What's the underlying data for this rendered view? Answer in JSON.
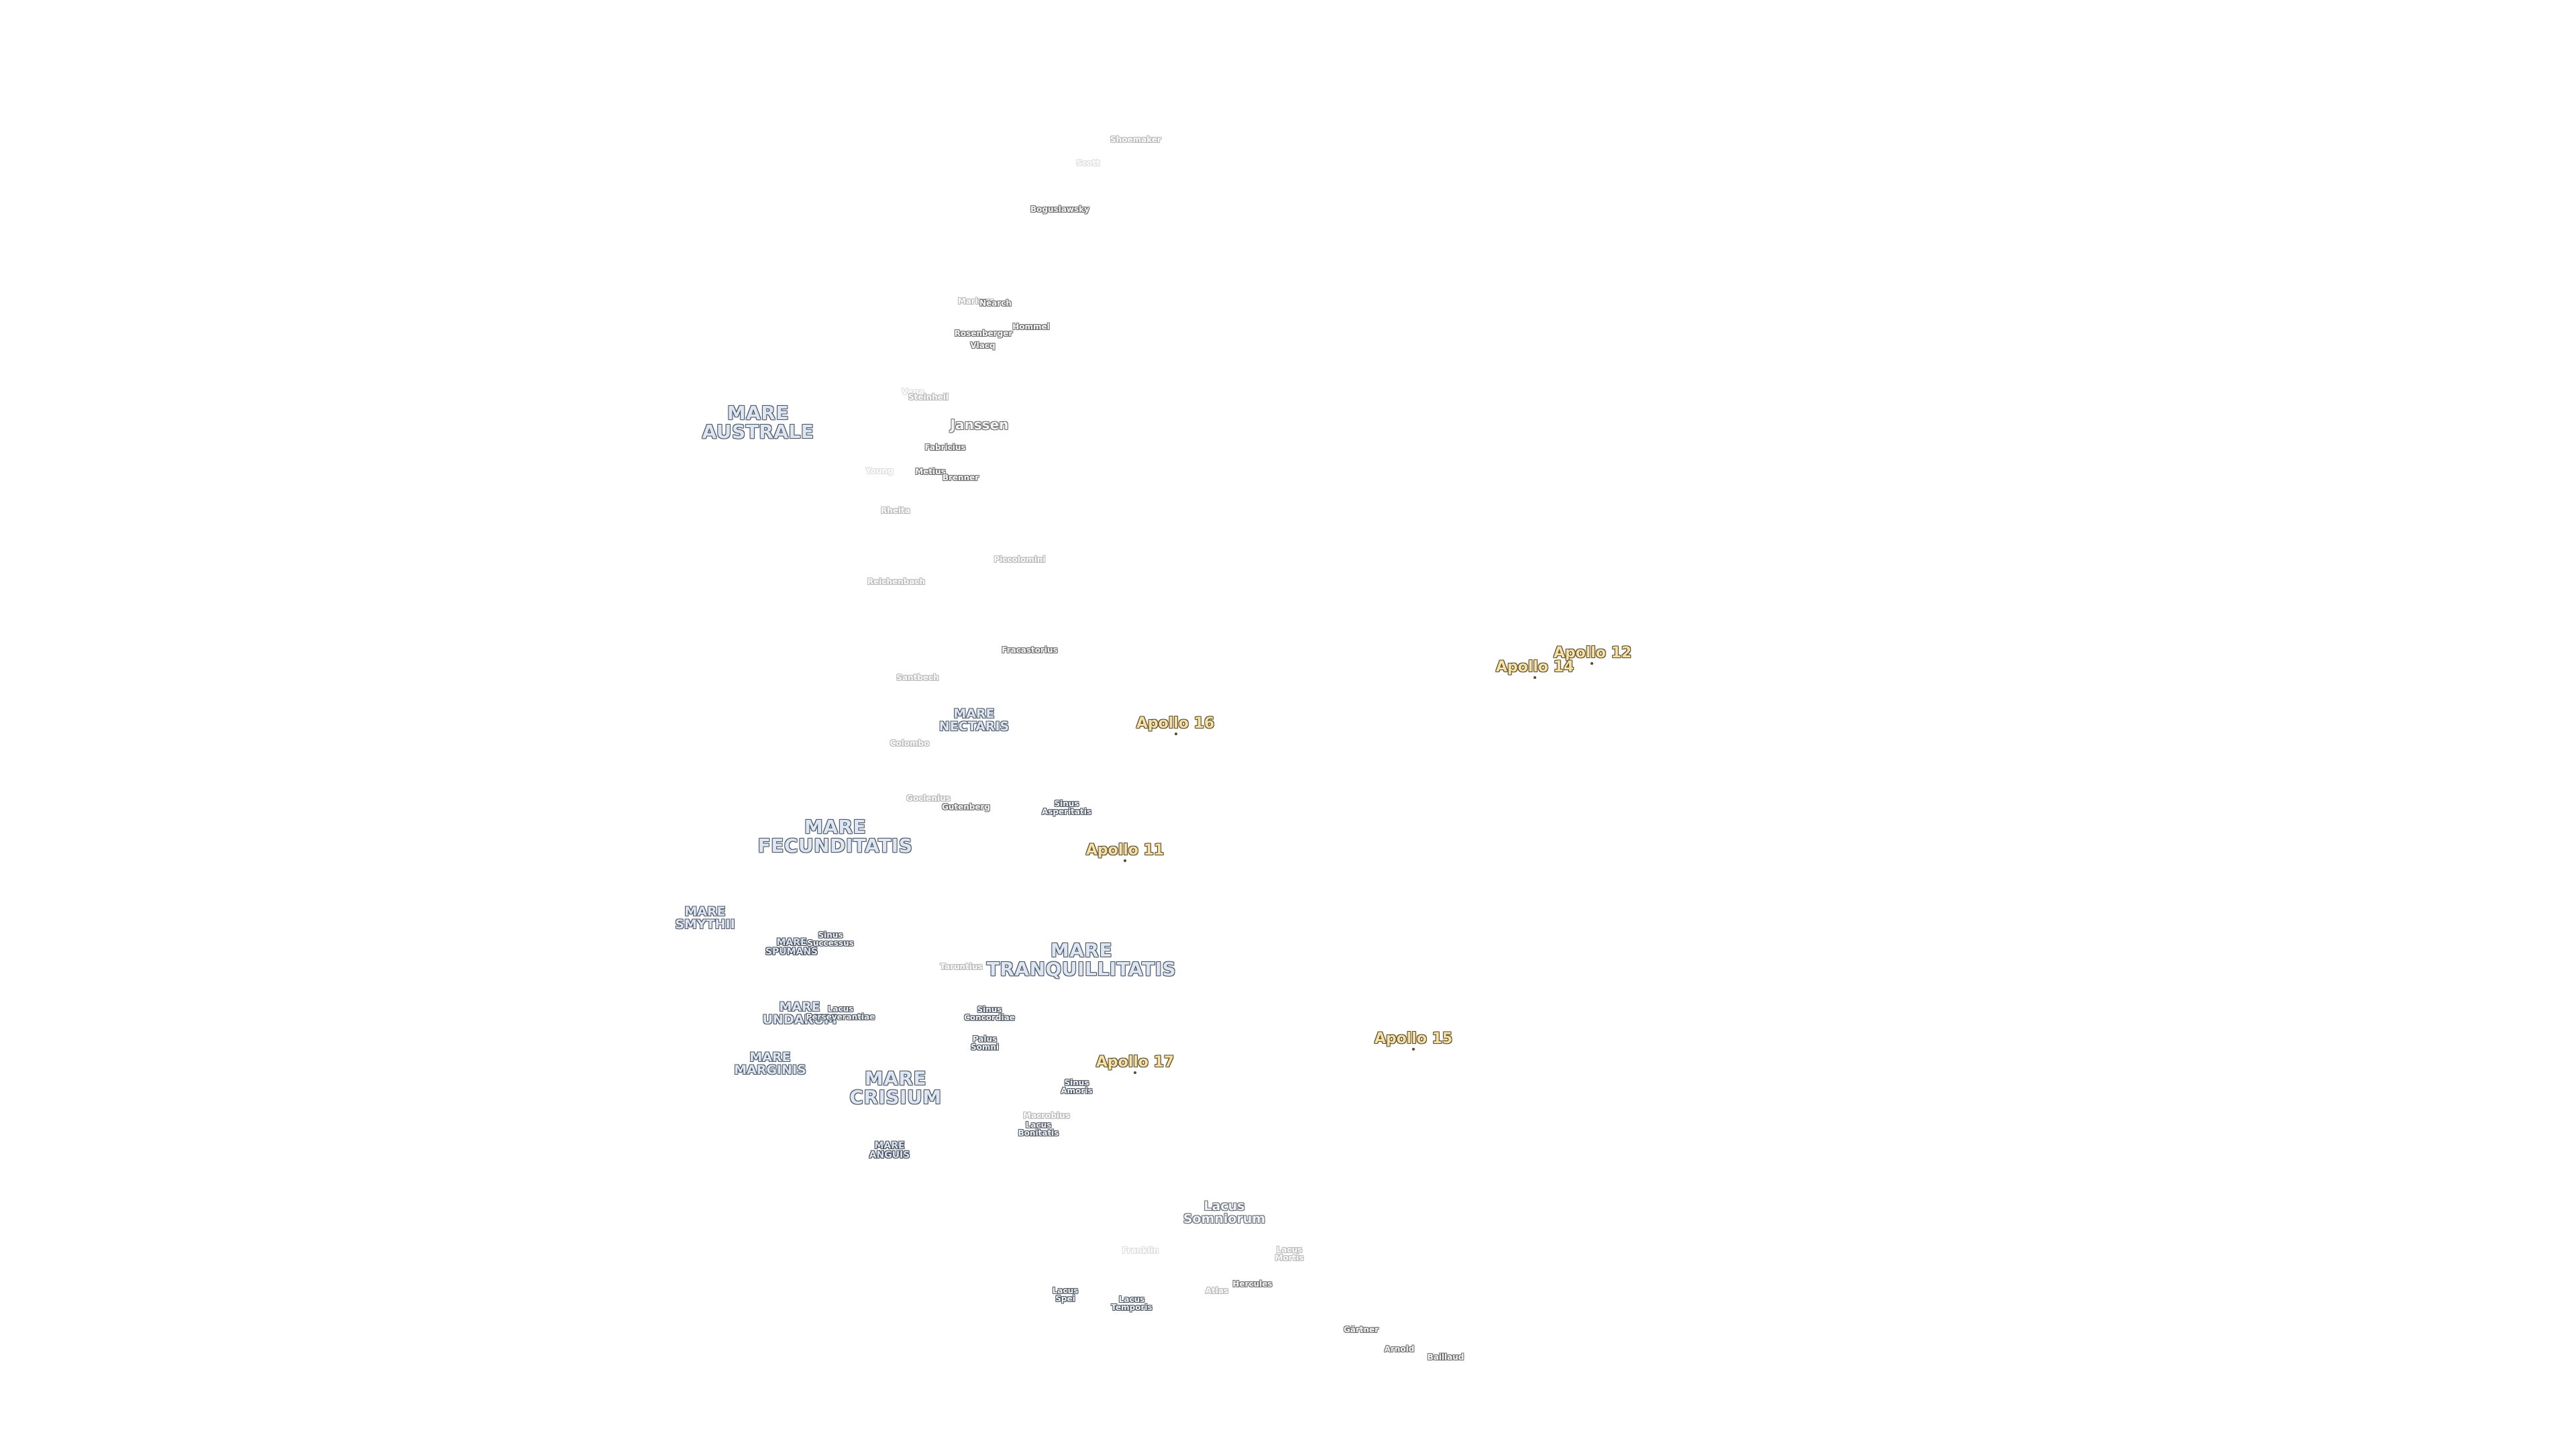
{
  "map": {
    "mare": {
      "australe": "MARE\nAUSTRALE",
      "nectaris": "MARE\nNECTARIS",
      "fecunditatis": "MARE\nFECUNDITATIS",
      "smythii": "MARE\nSMYTHII",
      "spumans": "MARE\nSPUMANS",
      "tranquillitatis": "MARE\nTRANQUILLITATIS",
      "undarum": "MARE\nUNDARUM",
      "marginis": "MARE\nMARGINIS",
      "crisium": "MARE\nCRISIUM",
      "anguis": "MARE\nANGUIS"
    },
    "lakes_bays": {
      "sinus_asperitatis": "Sinus\nAsperitatis",
      "sinus_successus": "Sinus\nSuccessus",
      "lacus_perseverantiae": "Lacus\nPerseverantiae",
      "sinus_concordiae": "Sinus\nConcordiae",
      "palus_somni": "Palus\nSomni",
      "sinus_amoris": "Sinus\nAmoris",
      "lacus_bonitatis": "Lacus\nBonitatis",
      "lacus_somniorum": "Lacus\nSomniorum",
      "lacus_mortis": "Lacus\nMortis",
      "lacus_spei": "Lacus\nSpei",
      "lacus_temporis": "Lacus\nTemporis"
    },
    "craters": {
      "shoemaker": "Shoemaker",
      "scott": "Scott",
      "boguslawsky": "Boguslawsky",
      "nearch": "Nearch",
      "hommel": "Hommel",
      "rosenberger": "Rosenberger",
      "vlacq": "Vlacq",
      "stoefler_vega": "Vega",
      "marinus": "Marinus",
      "janssen": "Janssen",
      "fabricius": "Fabricius",
      "metius": "Metius",
      "brenner": "Brenner",
      "rheita": "Rheita",
      "piccolomini": "Piccolomini",
      "reichenbach": "Reichenbach",
      "fracastorius": "Fracastorius",
      "santbech": "Santbech",
      "colombo": "Colombo",
      "goclenius": "Goclenius",
      "gutenberg": "Gutenberg",
      "taruntius": "Taruntius",
      "macrobius": "Macrobius",
      "franklin": "Franklin",
      "atlas": "Atlas",
      "hercules": "Hercules",
      "gartner": "Gärtner",
      "arnold": "Arnold",
      "baillaud": "Baillaud"
    },
    "apollo": {
      "a11": "Apollo 11",
      "a12": "Apollo 12",
      "a14": "Apollo 14",
      "a15": "Apollo 15",
      "a16": "Apollo 16",
      "a17": "Apollo 17"
    },
    "colors": {
      "background": "#ffffff",
      "mare_fill": "#dde6f2",
      "mare_outline": "#4a5563",
      "apollo_fill": "#f6e2a6",
      "apollo_outline": "#5a4a2a",
      "crater_outline": "#6c6c6c"
    }
  }
}
